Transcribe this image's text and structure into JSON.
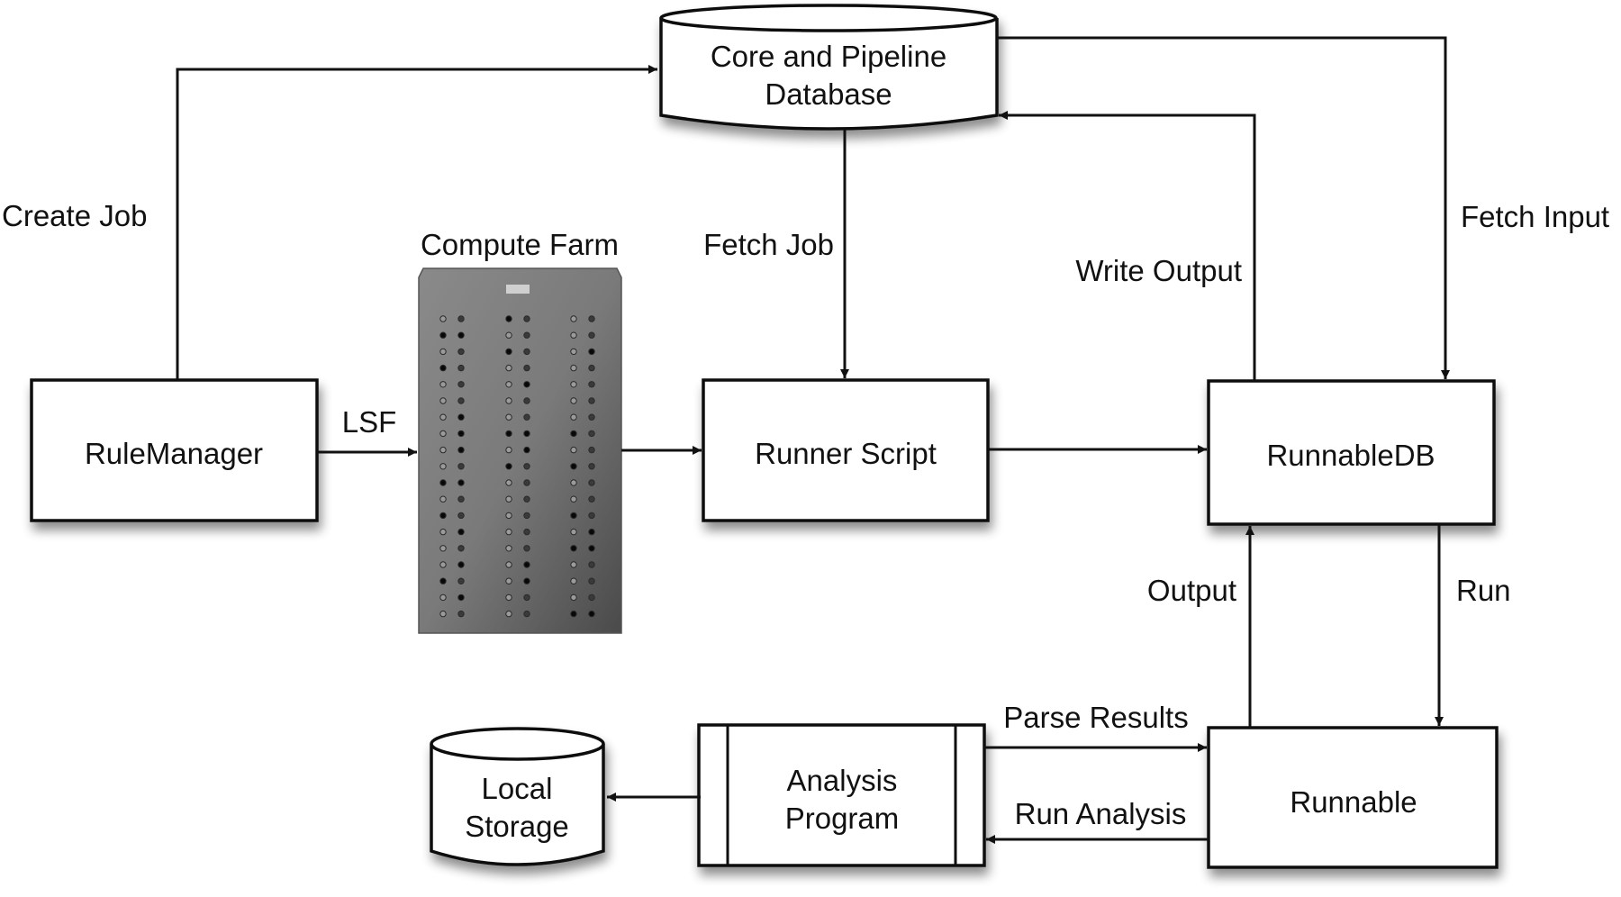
{
  "diagram": {
    "nodes": {
      "core_db": {
        "lines": [
          "Core and Pipeline",
          "Database"
        ],
        "shape": "cylinder"
      },
      "rule_manager": {
        "lines": [
          "RuleManager"
        ],
        "shape": "box"
      },
      "compute_farm": {
        "label": "Compute Farm",
        "shape": "server-rack-image",
        "dot_rows": 19,
        "dot_column_pairs": 3
      },
      "runner_script": {
        "lines": [
          "Runner Script"
        ],
        "shape": "box"
      },
      "runnable_db": {
        "lines": [
          "RunnableDB"
        ],
        "shape": "box"
      },
      "runnable": {
        "lines": [
          "Runnable"
        ],
        "shape": "box"
      },
      "analysis_program": {
        "lines": [
          "Analysis",
          "Program"
        ],
        "shape": "predefined-process"
      },
      "local_storage": {
        "lines": [
          "Local",
          "Storage"
        ],
        "shape": "cylinder"
      }
    },
    "edges": [
      {
        "id": "create_job",
        "from": "rule_manager",
        "to": "core_db",
        "label": "Create Job"
      },
      {
        "id": "lsf",
        "from": "rule_manager",
        "to": "compute_farm",
        "label": "LSF"
      },
      {
        "id": "farm_to_runner",
        "from": "compute_farm",
        "to": "runner_script",
        "label": ""
      },
      {
        "id": "fetch_job",
        "from": "core_db",
        "to": "runner_script",
        "label": "Fetch Job"
      },
      {
        "id": "runner_to_runnabledb",
        "from": "runner_script",
        "to": "runnable_db",
        "label": ""
      },
      {
        "id": "write_output",
        "from": "runnable_db",
        "to": "core_db",
        "label": "Write Output"
      },
      {
        "id": "fetch_input",
        "from": "core_db",
        "to": "runnable_db",
        "label": "Fetch Input"
      },
      {
        "id": "output",
        "from": "runnable",
        "to": "runnable_db",
        "label": "Output"
      },
      {
        "id": "run",
        "from": "runnable_db",
        "to": "runnable",
        "label": "Run"
      },
      {
        "id": "parse_results",
        "from": "analysis_program",
        "to": "runnable",
        "label": "Parse Results"
      },
      {
        "id": "run_analysis",
        "from": "runnable",
        "to": "analysis_program",
        "label": "Run Analysis"
      },
      {
        "id": "to_local_storage",
        "from": "analysis_program",
        "to": "local_storage",
        "label": ""
      }
    ]
  }
}
